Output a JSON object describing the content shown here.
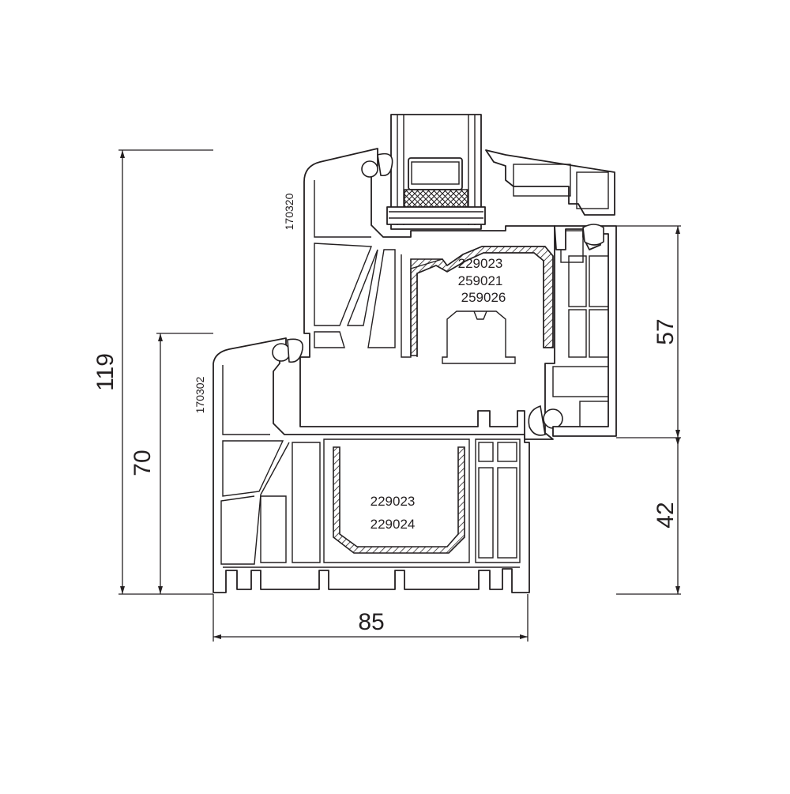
{
  "dimensions": {
    "overall_height": "119",
    "frame_height": "70",
    "width": "85",
    "sash_height": "57",
    "lower_height": "42"
  },
  "profiles": {
    "sash_profile": "170320",
    "frame_profile": "170302"
  },
  "reinforcements": {
    "sash": [
      "229023",
      "259021",
      "259026"
    ],
    "frame": [
      "229023",
      "229024"
    ]
  },
  "colors": {
    "line": "#231f20",
    "background": "#ffffff"
  }
}
